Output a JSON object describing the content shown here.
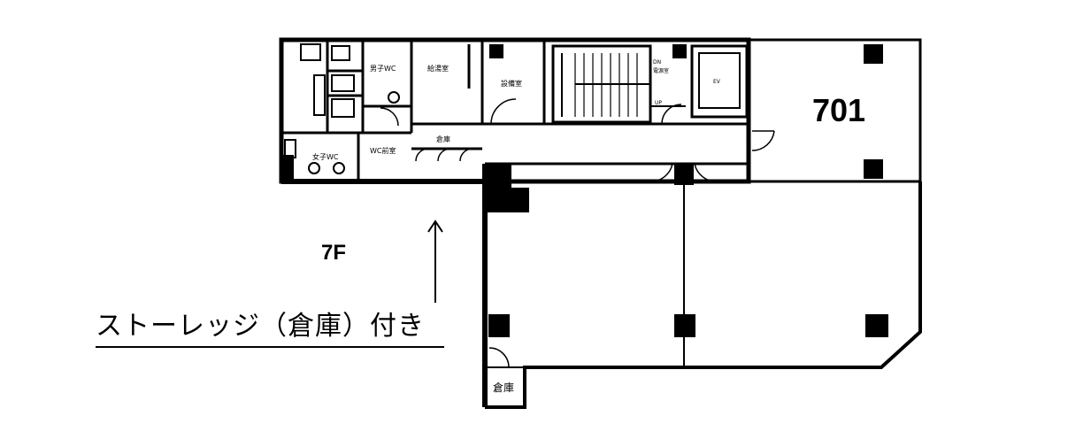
{
  "floor_label": "7F",
  "unit_number": "701",
  "caption": "ストーレッジ（倉庫）付き",
  "rooms": {
    "mens_wc": "男子WC",
    "womens_wc": "女子WC",
    "wc_front": "WC前室",
    "kitchen": "給湯室",
    "storage_top": "倉庫",
    "office": "設備室",
    "pipe_shaft": "DN\n電源室",
    "ev": "EV",
    "up": "UP",
    "storage_bottom": "倉庫"
  }
}
